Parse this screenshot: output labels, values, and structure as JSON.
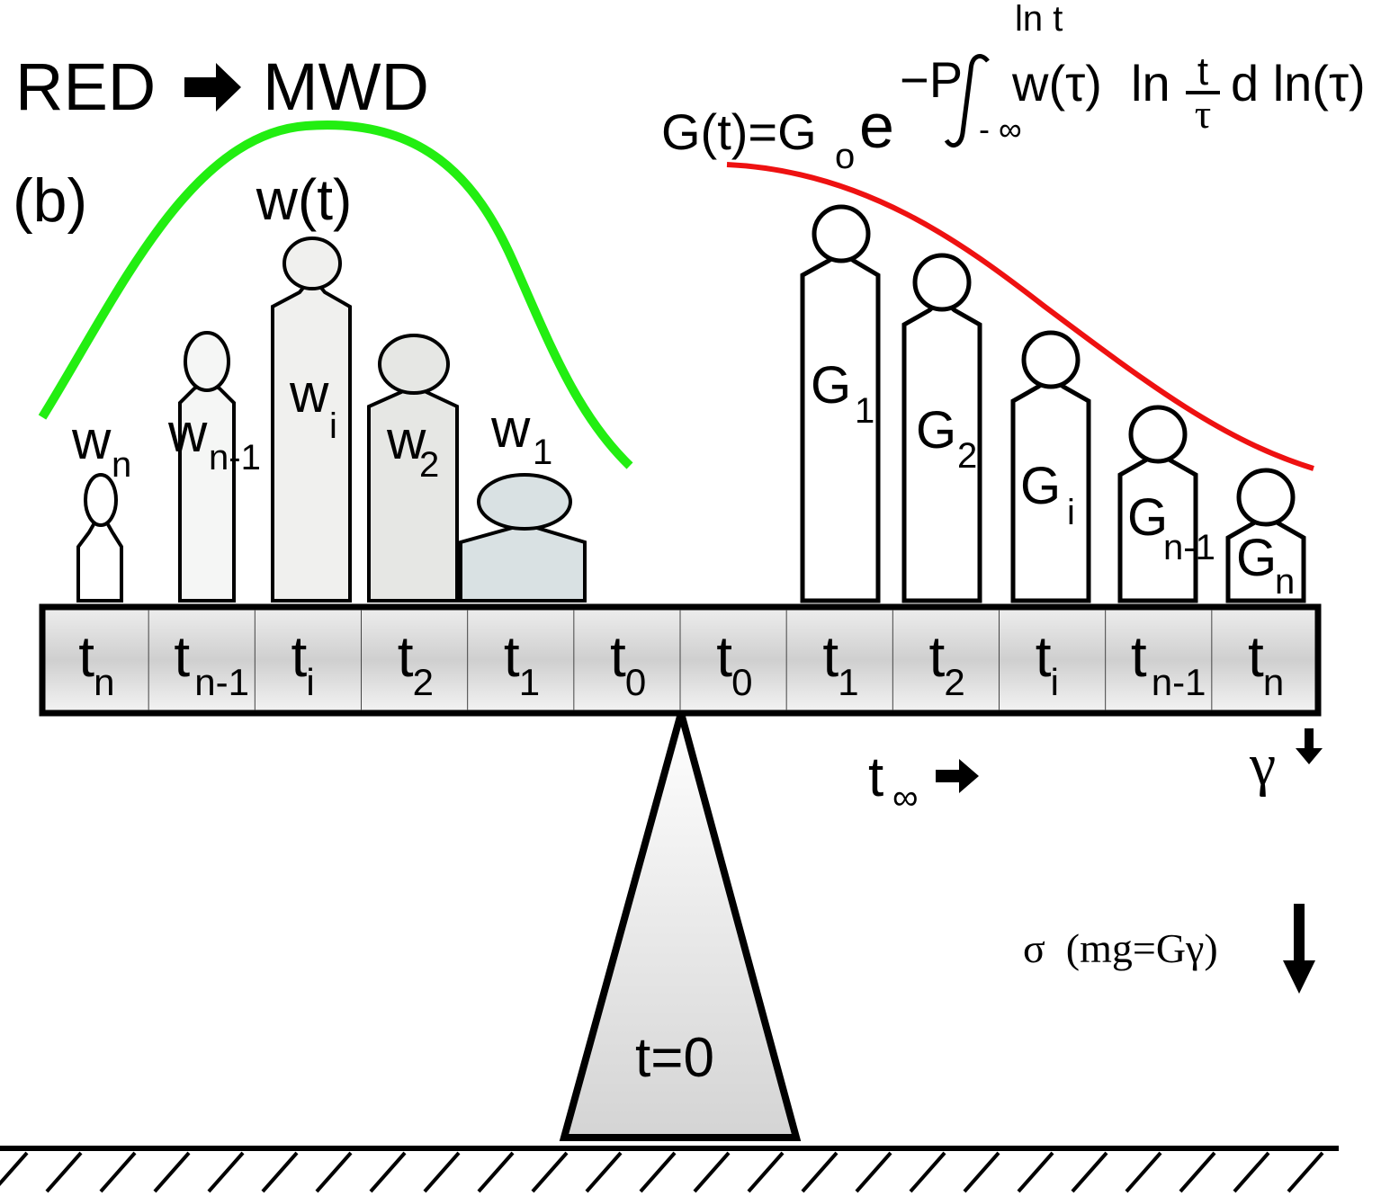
{
  "header": {
    "title": "RED → MWD",
    "title_left": "RED",
    "title_right": "MWD",
    "panel": "(b)"
  },
  "curves": {
    "weight_label": "w(t)",
    "weight_color": "#22ee11",
    "modulus_color": "#ee1111"
  },
  "formula": {
    "lhs": "G(t)=G",
    "lhs_sub": "o",
    "e": "e",
    "minus_p": "−P",
    "upper": "ln t",
    "lower": "- ∞",
    "w_tau": "w(τ)",
    "ln": "ln",
    "frac_num": "t",
    "frac_den": "τ",
    "d_ln": "d ln(τ)"
  },
  "weights": [
    {
      "base": "w",
      "sub": "n",
      "fill": "#ffffff"
    },
    {
      "base": "w",
      "sub": "n-1",
      "fill": "#f5f6f5"
    },
    {
      "base": "w",
      "sub": "i",
      "fill": "#f0f0ee"
    },
    {
      "base": "w",
      "sub": "2",
      "fill": "#e6e7e4"
    },
    {
      "base": "w",
      "sub": "1",
      "fill": "#d9e1e3"
    }
  ],
  "moduli": [
    {
      "base": "G",
      "sub": "1"
    },
    {
      "base": "G",
      "sub": "2"
    },
    {
      "base": "G",
      "sub": "i"
    },
    {
      "base": "G",
      "sub": "n-1"
    },
    {
      "base": "G",
      "sub": "n"
    }
  ],
  "beam_cells": [
    {
      "base": "t",
      "sub": "n"
    },
    {
      "base": "t",
      "sub": "n-1"
    },
    {
      "base": "t",
      "sub": "i"
    },
    {
      "base": "t",
      "sub": "2"
    },
    {
      "base": "t",
      "sub": "1"
    },
    {
      "base": "t",
      "sub": "0"
    },
    {
      "base": "t",
      "sub": "0"
    },
    {
      "base": "t",
      "sub": "1"
    },
    {
      "base": "t",
      "sub": "2"
    },
    {
      "base": "t",
      "sub": "i"
    },
    {
      "base": "t",
      "sub": "n-1"
    },
    {
      "base": "t",
      "sub": "n"
    }
  ],
  "annotations": {
    "t_inf_base": "t",
    "t_inf_sub": "∞",
    "gamma": "γ",
    "stress": "σ  (mg=Gγ)",
    "fulcrum": "t=0"
  }
}
